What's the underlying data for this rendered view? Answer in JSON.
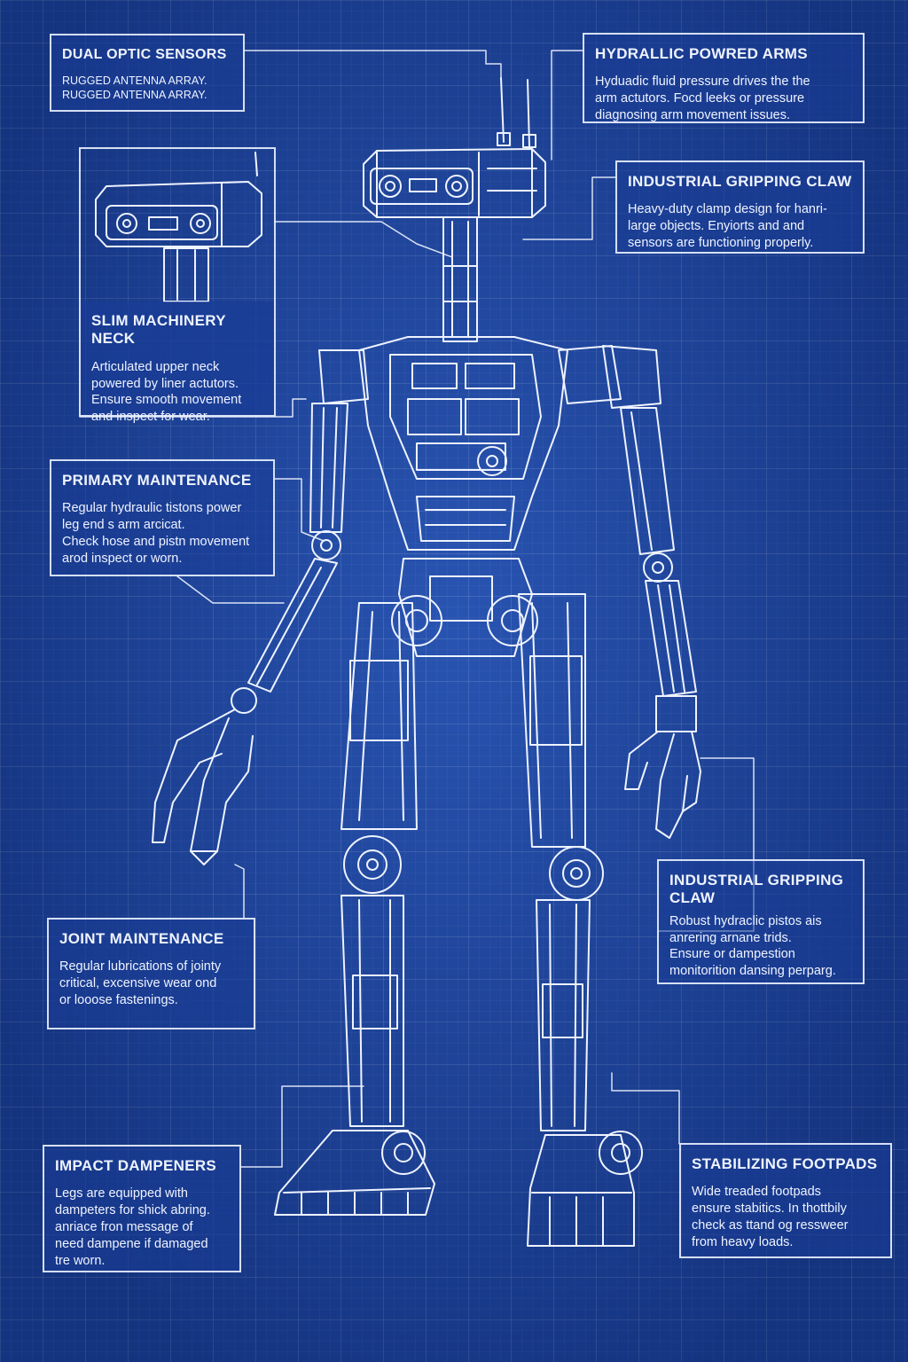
{
  "colors": {
    "background": "#1e46a0",
    "line": "#eef3ff"
  },
  "callouts": {
    "dual_optic": {
      "title": "DUAL OPTIC SENSORS",
      "body": "RUGGED ANTENNA ARRAY.\nRUGGED ANTENNA ARRAY."
    },
    "hydraulic_arms": {
      "title": "HYDRALLIC POWRED ARMS",
      "body": "Hyduadic fluid pressure drives the the\narm actutors. Focd leeks or pressure\ndiagnosing arm movement issues."
    },
    "gripping_claw": {
      "title": "INDUSTRIAL GRIPPING CLAW",
      "body": "Heavy-duty clamp design for hanri-\nlarge objects. Enyiorts and and\nsensors are functioning properly."
    },
    "neck": {
      "title": "SLIM MACHINERY NECK",
      "body": "Articulated upper neck\npowered by liner actutors.\nEnsure smooth movement\nand inspect for wear."
    },
    "primary": {
      "title": "PRIMARY MAINTENANCE",
      "body": "Regular hydraulic tistons power\nleg end s arm arcicat.\nCheck hose and pistn movement\narod inspect or worn."
    },
    "joint": {
      "title": "JOINT MAINTENANCE",
      "body": "Regular lubrications of jointy\ncritical, excensive wear ond\nor looose fastenings."
    },
    "claw_right": {
      "title": "INDUSTRIAL GRIPPING CLAW",
      "body": "Robust hydraclic pistos ais\nanrering arnane trids.\nEnsure or dampestion\nmonitorition dansing perparg."
    },
    "dampeners": {
      "title": "IMPACT DAMPENERS",
      "body": "Legs are equipped with\ndampeters for shick abring.\nanriace fron message of\nneed dampene if damaged\ntre worn."
    },
    "footpads": {
      "title": "STABILIZING FOOTPADS",
      "body": "Wide treaded footpads\nensure stabitics. In thottbily\ncheck as ttand og ressweer\nfrom heavy loads."
    }
  }
}
